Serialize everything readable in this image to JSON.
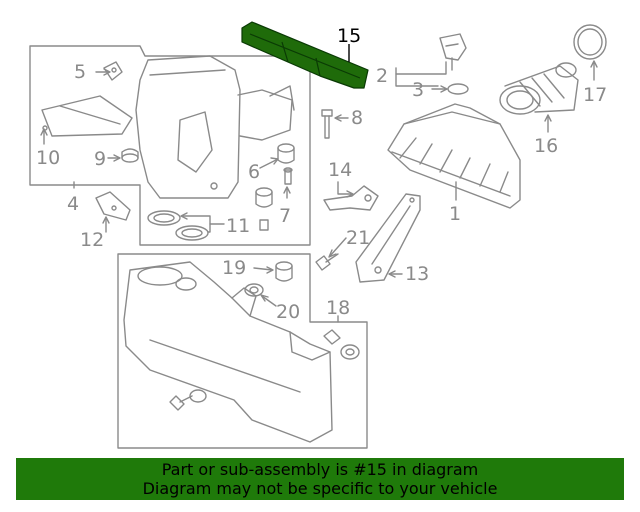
{
  "callouts": {
    "c1": "1",
    "c2": "2",
    "c3": "3",
    "c4": "4",
    "c5": "5",
    "c6": "6",
    "c7": "7",
    "c8": "8",
    "c9": "9",
    "c10": "10",
    "c11": "11",
    "c12": "12",
    "c13": "13",
    "c14": "14",
    "c15": "15",
    "c16": "16",
    "c17": "17",
    "c18": "18",
    "c19": "19",
    "c20": "20",
    "c21": "21"
  },
  "highlight": {
    "part": "15",
    "color": "#1f6b0a"
  },
  "banner": {
    "line1": "Part or sub-assembly is #15 in diagram",
    "line2": "Diagram may not be specific to your vehicle",
    "color": "#1f7a0a"
  }
}
